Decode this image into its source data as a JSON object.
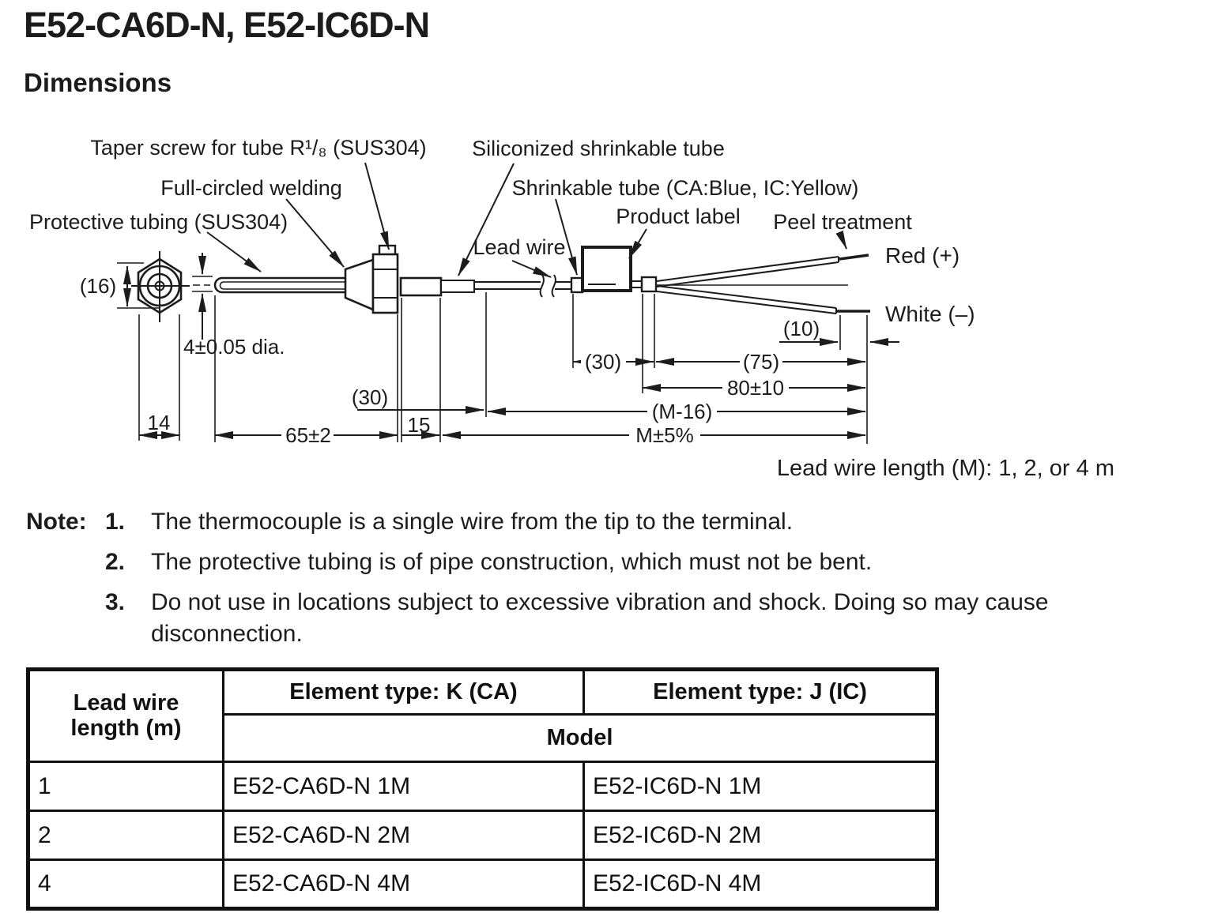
{
  "page": {
    "title": "E52-CA6D-N, E52-IC6D-N",
    "section_heading": "Dimensions"
  },
  "diagram": {
    "callouts": {
      "taper_screw": "Taper screw for tube R¹/₈ (SUS304)",
      "welding": "Full-circled welding",
      "protective_tubing": "Protective tubing (SUS304)",
      "siliconized_tube": "Siliconized shrinkable tube",
      "shrinkable_tube": "Shrinkable tube (CA:Blue, IC:Yellow)",
      "product_label": "Product label",
      "peel_treatment": "Peel treatment",
      "lead_wire": "Lead wire"
    },
    "wire_labels": {
      "red": "Red (+)",
      "white": "White (–)"
    },
    "dims": {
      "d16": "(16)",
      "d14": "14",
      "dia": "4±0.05 dia.",
      "d65": "65±2",
      "d15": "15",
      "d30_left": "(30)",
      "d30_mid": "(30)",
      "d75": "(75)",
      "d80": "80±10",
      "dm16": "(M-16)",
      "dm5": "M±5%",
      "d10": "(10)"
    },
    "caption": "Lead wire length (M): 1, 2, or 4 m"
  },
  "notes": {
    "label": "Note:",
    "items": [
      {
        "num": "1.",
        "text": "The thermocouple is a single wire from the tip to the terminal."
      },
      {
        "num": "2.",
        "text": "The protective tubing is of pipe construction, which must not be bent."
      },
      {
        "num": "3.",
        "text": "Do not use in locations subject to excessive vibration and shock. Doing so may cause disconnection."
      }
    ]
  },
  "table": {
    "col1_header": "Lead wire length (m)",
    "col2_header": "Element type: K (CA)",
    "col3_header": "Element type: J (IC)",
    "model_header": "Model",
    "rows": [
      {
        "length": "1",
        "k_model": "E52-CA6D-N 1M",
        "j_model": "E52-IC6D-N 1M"
      },
      {
        "length": "2",
        "k_model": "E52-CA6D-N 2M",
        "j_model": "E52-IC6D-N 2M"
      },
      {
        "length": "4",
        "k_model": "E52-CA6D-N 4M",
        "j_model": "E52-IC6D-N 4M"
      }
    ]
  }
}
